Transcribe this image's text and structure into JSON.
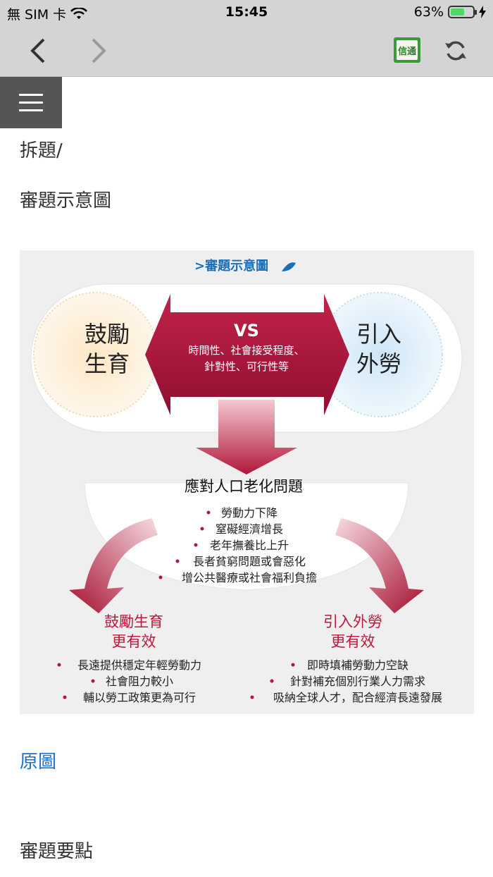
{
  "status_bar": {
    "carrier": "無 SIM 卡",
    "time": "15:45",
    "battery": "63%",
    "battery_level": 0.63
  },
  "toolbar": {
    "back": "back",
    "forward": "forward",
    "logo": "信通",
    "refresh": "refresh"
  },
  "content": {
    "heading1": "拆題/",
    "heading2": "審題示意圖",
    "original_link": "原圖",
    "heading3": "審題要點"
  },
  "infographic": {
    "title": ">審題示意圖",
    "left_circle": [
      "鼓勵",
      "生育"
    ],
    "right_circle": [
      "引入",
      "外勞"
    ],
    "vs": "VS",
    "vs_lines": [
      "時間性、社會接受程度、",
      "針對性、可行性等"
    ],
    "center_title": "應對人口老化問題",
    "center_points": [
      "勞動力下降",
      "窒礙經濟增長",
      "老年撫養比上升",
      "長者貧窮問題或會惡化",
      "增公共醫療或社會福利負擔"
    ],
    "left_conclusion": [
      "鼓勵生育",
      "更有效"
    ],
    "left_points": [
      "長遠提供穩定年輕勞動力",
      "社會阻力較小",
      "輔以勞工政策更為可行"
    ],
    "right_conclusion": [
      "引入外勞",
      "更有效"
    ],
    "right_points": [
      "即時填補勞動力空缺",
      "針對補充個別行業人力需求",
      "吸納全球人才，配合經濟長遠發展"
    ]
  }
}
